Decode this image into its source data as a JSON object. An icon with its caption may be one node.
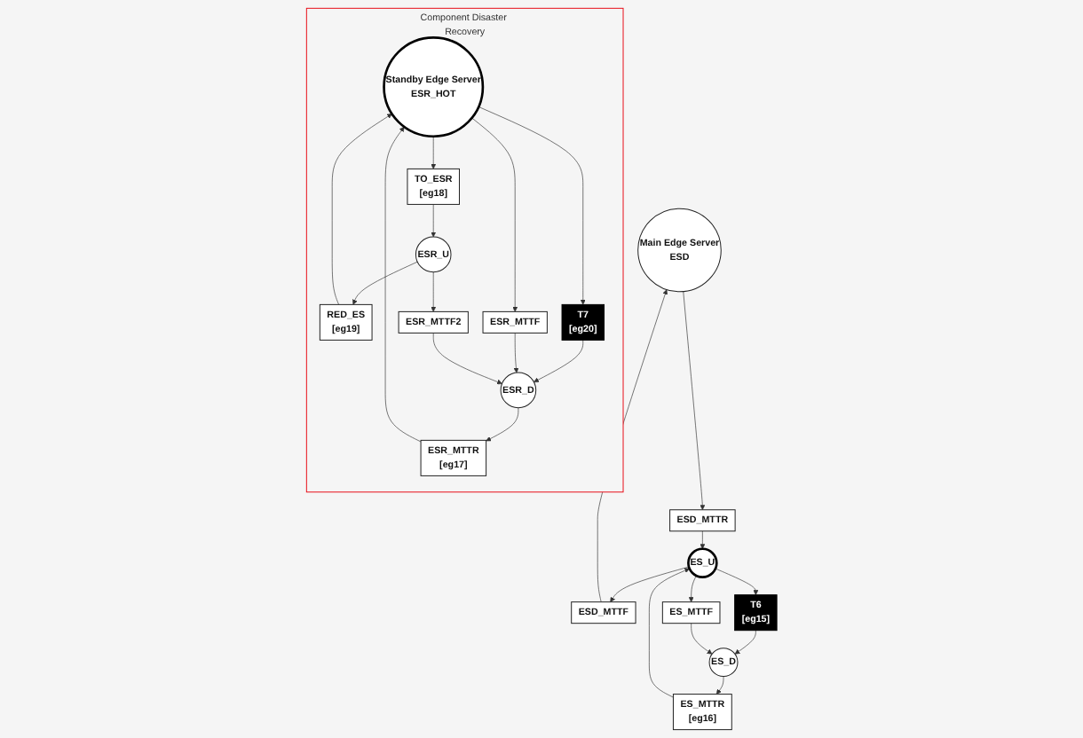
{
  "diagram": {
    "nodes": [
      {
        "text": [
          "Main Edge Server",
          "ESD"
        ]
      },
      {
        "text": [
          "ESD_MTTF"
        ]
      },
      {
        "text": [
          "ESD_MTTR"
        ]
      },
      {
        "text": [
          "ES_U"
        ]
      },
      {
        "text": [
          "T6",
          "[eg15]"
        ]
      },
      {
        "text": [
          "ES_MTTR",
          "[eg16]"
        ]
      },
      {
        "text": [
          "ES_MTTF"
        ]
      },
      {
        "text": [
          "ES_D"
        ]
      },
      {
        "text": [
          "Component Disaster Recovery"
        ]
      },
      {
        "text": [
          "Standby Edge Server",
          "ESR_HOT"
        ],
        "in": 8
      },
      {
        "text": [
          "TO_ESR",
          "[eg18]"
        ],
        "in": 8
      },
      {
        "text": [
          "ESR_MTTR",
          "[eg17]"
        ],
        "in": 8
      },
      {
        "text": [
          "ESR_MTTF"
        ],
        "in": 8
      },
      {
        "text": [
          "RED_ES",
          "[eg19]"
        ],
        "in": 8
      },
      {
        "text": [
          "T7",
          "[eg20]"
        ],
        "in": 8
      },
      {
        "text": [
          "ESR_D"
        ],
        "in": 8
      },
      {
        "text": [
          "ESR_MTTF2"
        ],
        "in": 8
      },
      {
        "text": [
          "ESR_U"
        ],
        "in": 8
      }
    ],
    "edges": [
      {
        "from": 3,
        "to": 1,
        "arrow": "to"
      },
      {
        "from": 1,
        "to": 0,
        "arrow": "to"
      },
      {
        "from": 0,
        "to": 2,
        "arrow": "to"
      },
      {
        "from": 2,
        "to": 3,
        "arrow": "to"
      },
      {
        "from": 3,
        "to": 4,
        "arrow": "to"
      },
      {
        "from": 4,
        "to": 7,
        "arrow": "to"
      },
      {
        "from": 3,
        "to": 6,
        "arrow": "to"
      },
      {
        "from": 6,
        "to": 7,
        "arrow": "to"
      },
      {
        "from": 7,
        "to": 5,
        "arrow": "to"
      },
      {
        "from": 5,
        "to": 3,
        "arrow": "to"
      },
      {
        "from": 9,
        "to": 10,
        "arrow": "to"
      },
      {
        "from": 10,
        "to": 17,
        "arrow": "to"
      },
      {
        "from": 17,
        "to": 13,
        "arrow": "to"
      },
      {
        "from": 13,
        "to": 9,
        "arrow": "to"
      },
      {
        "from": 9,
        "to": 14,
        "arrow": "to"
      },
      {
        "from": 14,
        "to": 15,
        "arrow": "to"
      },
      {
        "from": 9,
        "to": 12,
        "arrow": "to"
      },
      {
        "from": 12,
        "to": 15,
        "arrow": "to"
      },
      {
        "from": 15,
        "to": 11,
        "arrow": "to"
      },
      {
        "from": 11,
        "to": 9,
        "arrow": "to"
      },
      {
        "from": 17,
        "to": 16,
        "arrow": "to"
      },
      {
        "from": 16,
        "to": 15,
        "arrow": "to"
      }
    ]
  }
}
